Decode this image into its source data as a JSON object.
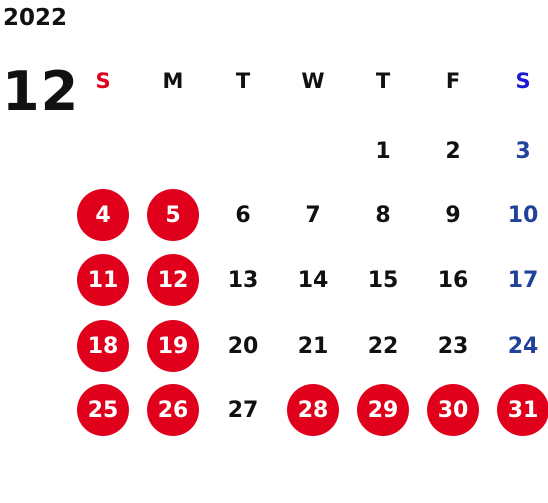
{
  "calendar": {
    "year": "2022",
    "month": "12",
    "weekdays": [
      "S",
      "M",
      "T",
      "W",
      "T",
      "F",
      "S"
    ],
    "weeks": [
      [
        "",
        "",
        "",
        "",
        "1",
        "2",
        "3"
      ],
      [
        "4",
        "5",
        "6",
        "7",
        "8",
        "9",
        "10"
      ],
      [
        "11",
        "12",
        "13",
        "14",
        "15",
        "16",
        "17"
      ],
      [
        "18",
        "19",
        "20",
        "21",
        "22",
        "23",
        "24"
      ],
      [
        "25",
        "26",
        "27",
        "28",
        "29",
        "30",
        "31"
      ]
    ],
    "highlighted_days": [
      "4",
      "5",
      "11",
      "12",
      "18",
      "19",
      "25",
      "26",
      "28",
      "29",
      "30",
      "31"
    ],
    "colors": {
      "holiday_circle": "#e1001c",
      "sunday_header": "#e1001c",
      "saturday_header": "#1a1ad0",
      "saturday_dates": "#22419a",
      "default_text": "#111111"
    }
  }
}
